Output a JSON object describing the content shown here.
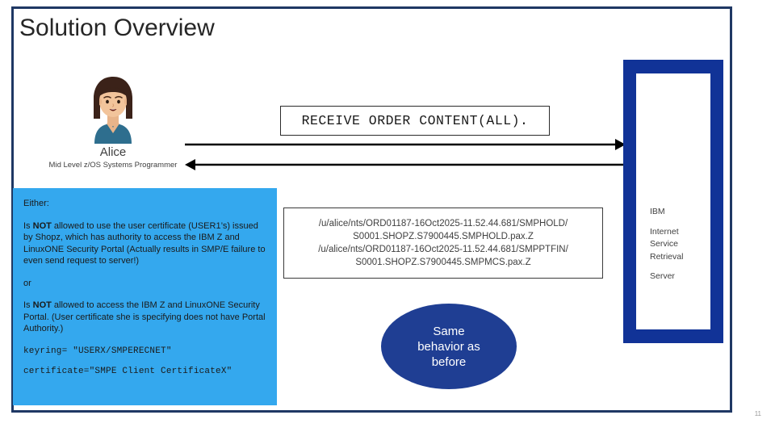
{
  "slide": {
    "title": "Solution Overview",
    "page_number": "11",
    "frame_color": "#1F3864"
  },
  "persona": {
    "name": "Alice",
    "role": "Mid Level z/OS Systems Programmer",
    "avatar_icon": "female-user-avatar-icon"
  },
  "note_box": {
    "background_color": "#34A8EE",
    "lines": {
      "either": "Either:",
      "first_pre": "Is ",
      "first_bold": "NOT",
      "first_post": " allowed to use the user certificate (USER1’s) issued by Shopz, which has authority to access the IBM Z and LinuxONE Security Portal (Actually results in SMP/E failure to even send request to server!)",
      "or": " or",
      "second_pre": "Is ",
      "second_bold": "NOT",
      "second_post": " allowed to access the IBM Z and LinuxONE Security Portal. (User certificate she is specifying does not have Portal Authority.)",
      "keyring": "keyring=  \"USERX/SMPERECNET\"",
      "certificate": "certificate=\"SMPE Client CertificateX\""
    }
  },
  "command_box": {
    "text": "RECEIVE ORDER CONTENT(ALL)."
  },
  "arrows": {
    "request_arrow": "arrow-right-icon",
    "response_arrow": "arrow-left-icon",
    "color": "#000000"
  },
  "path_box": {
    "lines": [
      "/u/alice/nts/ORD01187-16Oct2025-11.52.44.681/SMPHOLD/",
      "S0001.SHOPZ.S7900445.SMPHOLD.pax.Z",
      "/u/alice/nts/ORD01187-16Oct2025-11.52.44.681/SMPPTFIN/",
      "S0001.SHOPZ.S7900445.SMPMCS.pax.Z"
    ]
  },
  "behavior_ellipse": {
    "text": "Same\nbehavior as\nbefore",
    "fill_color": "#1F3E93",
    "text_color": "#FFFFFF"
  },
  "server": {
    "border_color": "#113397",
    "label_1": "IBM",
    "label_2": "Internet",
    "label_3": "Service",
    "label_4": "Retrieval",
    "label_5": "Server"
  }
}
